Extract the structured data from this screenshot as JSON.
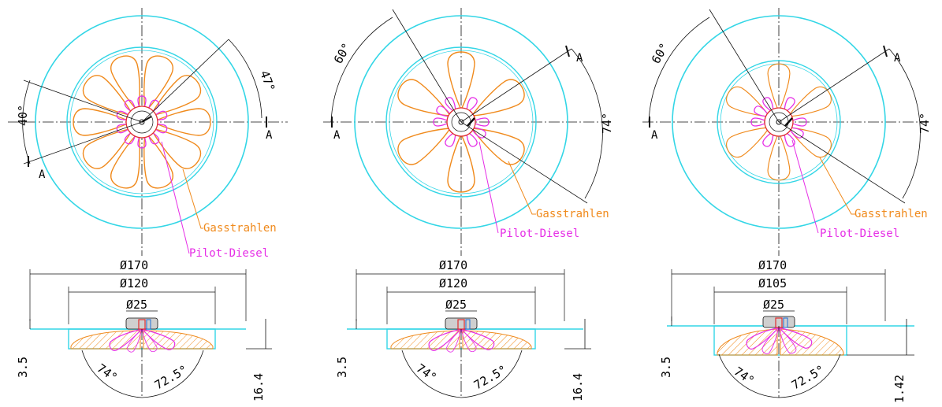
{
  "colors": {
    "cyan": "#33d6e6",
    "orange": "#f08a1c",
    "magenta": "#e62ee6",
    "red": "#e03030",
    "black": "#111111",
    "blue": "#1c6fd8"
  },
  "legend": {
    "gas_jets": "Gasstrahlen",
    "pilot_diesel": "Pilot-Diesel"
  },
  "section_label": "A",
  "variants": [
    {
      "top_angle_a": "40°",
      "top_angle_b": "47°",
      "dia_outer": "Ø170",
      "dia_bowl": "Ø120",
      "dia_nozzle": "Ø25",
      "left_dim": "3.5",
      "right_dim": "16.4",
      "angle_left": "74°",
      "angle_right": "72.5°"
    },
    {
      "top_angle_a": "60°",
      "top_angle_b": "74°",
      "dia_outer": "Ø170",
      "dia_bowl": "Ø120",
      "dia_nozzle": "Ø25",
      "left_dim": "3.5",
      "right_dim": "16.4",
      "angle_left": "74°",
      "angle_right": "72.5°"
    },
    {
      "top_angle_a": "60°",
      "top_angle_b": "74°",
      "dia_outer": "Ø170",
      "dia_bowl": "Ø105",
      "dia_nozzle": "Ø25",
      "left_dim": "3.5",
      "right_dim": "1.42",
      "angle_left": "74°",
      "angle_right": "72.5°"
    }
  ]
}
